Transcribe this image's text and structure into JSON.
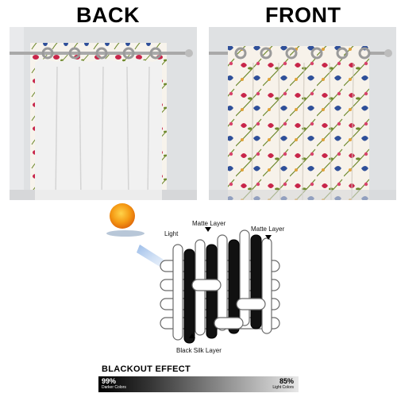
{
  "headings": {
    "back": "BACK",
    "front": "FRONT"
  },
  "diagram": {
    "light_label": "Light",
    "matte_layer_top": "Matte Layer",
    "matte_layer_right": "Matte Layer",
    "black_silk_layer": "Black Silk Layer"
  },
  "blackout": {
    "title": "BLACKOUT EFFECT",
    "left_percent": "99%",
    "left_caption": "Darker Colors",
    "right_percent": "85%",
    "right_caption": "Light Colors"
  },
  "colors": {
    "wall": "#dfe1e3",
    "curtain_back": "#f2f2f2",
    "floral_red": "#c8264a",
    "floral_blue": "#2e4f99",
    "floral_leaf": "#6f8a2e",
    "sun": "#f59a14"
  }
}
